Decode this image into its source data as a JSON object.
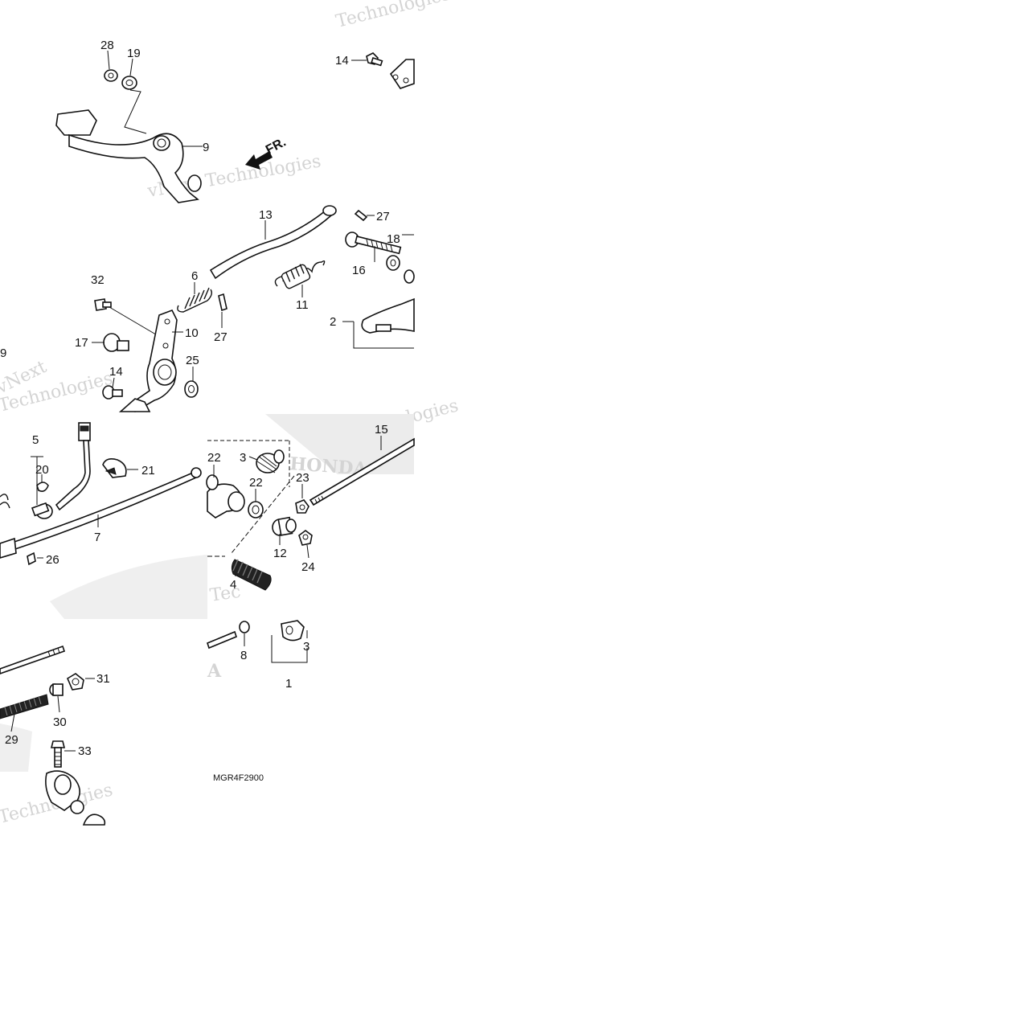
{
  "diagram_code": "MGR4F2900",
  "direction_arrow": "FR.",
  "watermark_texts": [
    "Technologies",
    "vNext Technologies",
    "vNext",
    "Technologies",
    "vNext Tec",
    "HONDA"
  ],
  "callouts": {
    "c28": "28",
    "c19": "19",
    "c14a": "14",
    "c9a": "9",
    "c13": "13",
    "c27a": "27",
    "c18": "18",
    "c16": "16",
    "c6": "6",
    "c32": "32",
    "c11": "11",
    "c2": "2",
    "c10": "10",
    "c27b": "27",
    "c9b": "9",
    "c17": "17",
    "c25": "25",
    "c14b": "14",
    "c15": "15",
    "c5": "5",
    "c22a": "22",
    "c3a": "3",
    "c20": "20",
    "c21": "21",
    "c22b": "22",
    "c23": "23",
    "c7": "7",
    "c12": "12",
    "c26": "26",
    "c24": "24",
    "c4": "4",
    "c8": "8",
    "c3b": "3",
    "c1": "1",
    "c31": "31",
    "c30": "30",
    "c29": "29",
    "c33": "33"
  }
}
